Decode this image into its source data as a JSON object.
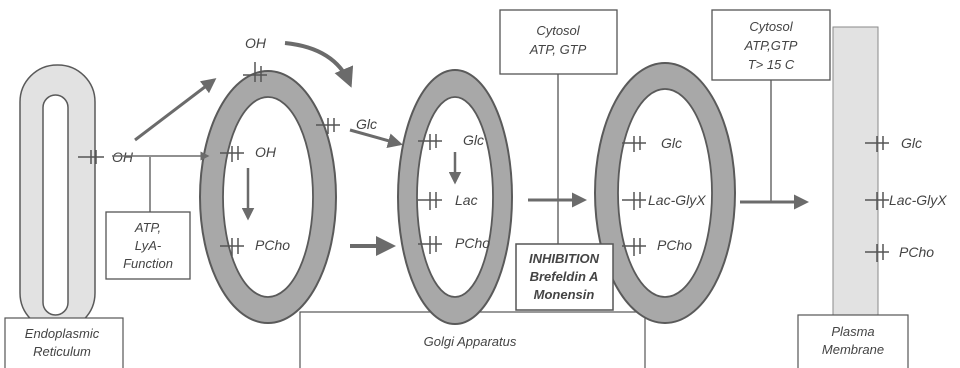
{
  "colors": {
    "organelle_fill": "#a8a8a8",
    "organelle_stroke": "#5a5a5a",
    "membrane_fill": "#e2e2e2",
    "arrow": "#6b6b6b",
    "text": "#444444",
    "line": "#555555"
  },
  "er": {
    "label_line1": "Endoplasmic",
    "label_line2": "Reticulum",
    "oh_label": "OH"
  },
  "stage1": {
    "oh_top": "OH",
    "oh_inner": "OH",
    "pcho": "PCho"
  },
  "stage2": {
    "glc_outer": "Glc",
    "glc": "Glc",
    "lac": "Lac",
    "pcho": "PCho"
  },
  "stage3": {
    "glc": "Glc",
    "lac_glyx": "Lac-GlyX",
    "pcho": "PCho"
  },
  "membrane": {
    "glc": "Glc",
    "lac_glyx": "Lac-GlyX",
    "pcho": "PCho",
    "label_line1": "Plasma",
    "label_line2": "Membrane"
  },
  "atp_box": {
    "line1": "ATP,",
    "line2": "LyA-",
    "line3": "Function"
  },
  "cytosol_box1": {
    "line1": "Cytosol",
    "line2": "ATP, GTP"
  },
  "cytosol_box2": {
    "line1": "Cytosol",
    "line2": "ATP,GTP",
    "line3": "T> 15 C"
  },
  "inhibition_box": {
    "line1": "INHIBITION",
    "line2": "Brefeldin A",
    "line3": "Monensin"
  },
  "golgi_label": "Golgi Apparatus"
}
